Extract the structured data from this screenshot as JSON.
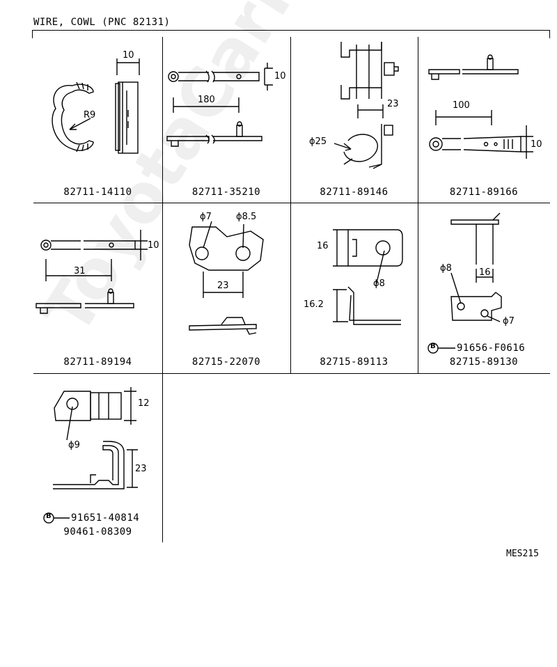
{
  "header": {
    "title": "WIRE, COWL (PNC 82131)"
  },
  "cells": [
    {
      "label": "82711-14110",
      "dims": [
        "10",
        "R9"
      ]
    },
    {
      "label": "82711-35210",
      "dims": [
        "10",
        "180"
      ]
    },
    {
      "label": "82711-89146",
      "dims": [
        "23",
        "ϕ25"
      ]
    },
    {
      "label": "82711-89166",
      "dims": [
        "100",
        "10"
      ]
    },
    {
      "label": "82711-89194",
      "dims": [
        "10",
        "31"
      ]
    },
    {
      "label": "82715-22070",
      "dims": [
        "ϕ7",
        "ϕ8.5",
        "23"
      ]
    },
    {
      "label": "82715-89113",
      "dims": [
        "16",
        "16.2",
        "ϕ8"
      ]
    },
    {
      "label": "82715-89130",
      "sublabel": "91656-F0616",
      "dims": [
        "ϕ8",
        "16",
        "ϕ7"
      ]
    },
    {
      "label": "90461-08309",
      "sublabel": "91651-40814",
      "dims": [
        "12",
        "ϕ9",
        "23"
      ]
    }
  ],
  "bolt_marker": "B",
  "doc_code": "MES215",
  "watermark": "ToyotaCarNumber.ru"
}
